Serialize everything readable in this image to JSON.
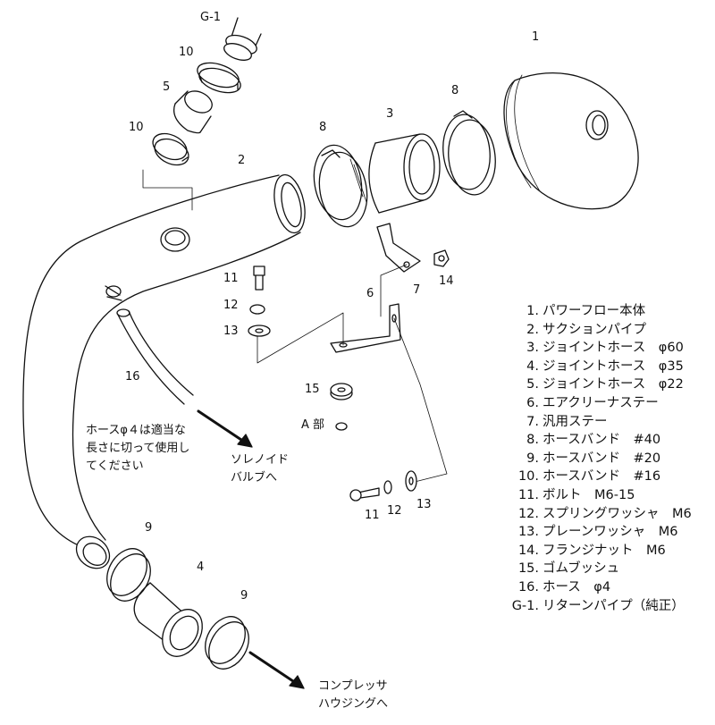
{
  "callouts": {
    "g1": "G-1",
    "p1": "1",
    "p2": "2",
    "p3": "3",
    "p4": "4",
    "p5": "5",
    "p6": "6",
    "p7": "7",
    "p8a": "8",
    "p8b": "8",
    "p9a": "9",
    "p9b": "9",
    "p10a": "10",
    "p10b": "10",
    "p11a": "11",
    "p11b": "11",
    "p12a": "12",
    "p12b": "12",
    "p13a": "13",
    "p13b": "13",
    "p14": "14",
    "p15": "15",
    "p16": "16",
    "detail_a": "A 部"
  },
  "notes": {
    "hose_note": "ホースφ４は適当な\n長さに切って使用し\nてください",
    "to_solenoid": "ソレノイド\nバルブへ",
    "to_compressor": "コンプレッサ\nハウジングへ"
  },
  "legend": [
    {
      "num": "1.",
      "text": "パワーフロー本体"
    },
    {
      "num": "2.",
      "text": "サクションパイプ"
    },
    {
      "num": "3.",
      "text": "ジョイントホース　φ60"
    },
    {
      "num": "4.",
      "text": "ジョイントホース　φ35"
    },
    {
      "num": "5.",
      "text": "ジョイントホース　φ22"
    },
    {
      "num": "6.",
      "text": "エアクリーナステー"
    },
    {
      "num": "7.",
      "text": "汎用ステー"
    },
    {
      "num": "8.",
      "text": "ホースバンド　#40"
    },
    {
      "num": "9.",
      "text": "ホースバンド　#20"
    },
    {
      "num": "10.",
      "text": "ホースバンド　#16"
    },
    {
      "num": "11.",
      "text": "ボルト　M6-15"
    },
    {
      "num": "12.",
      "text": "スプリングワッシャ　M6"
    },
    {
      "num": "13.",
      "text": "プレーンワッシャ　M6"
    },
    {
      "num": "14.",
      "text": "フランジナット　M6"
    },
    {
      "num": "15.",
      "text": "ゴムブッシュ"
    },
    {
      "num": "16.",
      "text": "ホース　φ4"
    },
    {
      "num": "G-1.",
      "text": "リターンパイプ（純正）"
    }
  ]
}
